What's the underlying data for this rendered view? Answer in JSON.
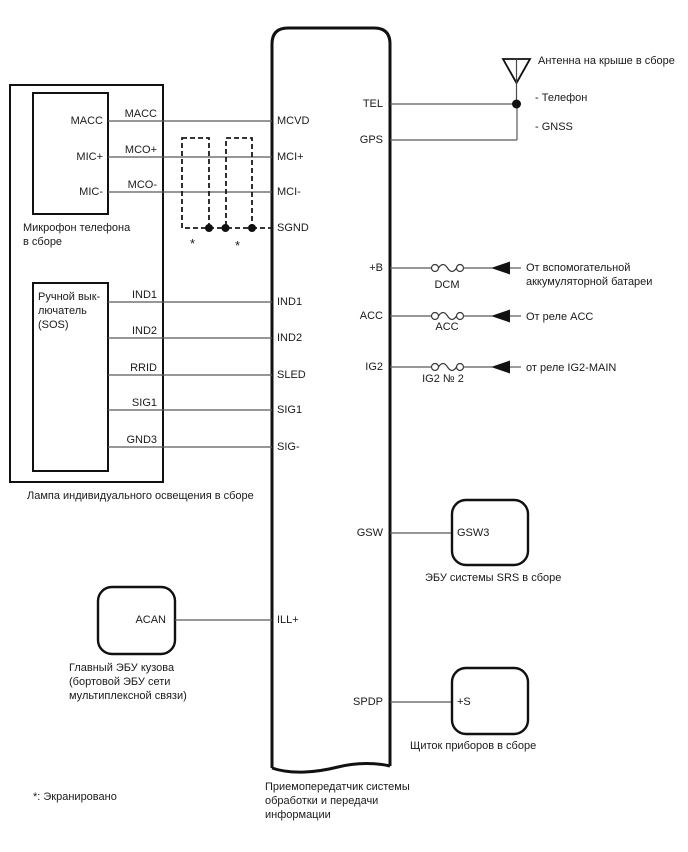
{
  "diagram": {
    "transceiver": {
      "left_pins": [
        "MCVD",
        "MCI+",
        "MCI-",
        "SGND",
        "IND1",
        "IND2",
        "SLED",
        "SIG1",
        "SIG-",
        "ILL+"
      ],
      "right_pins": [
        "TEL",
        "GPS",
        "+B",
        "ACC",
        "IG2",
        "GSW",
        "SPDP"
      ],
      "caption_lines": [
        "Приемопередатчик системы",
        "обработки и передачи",
        "информации"
      ]
    },
    "lamp_assembly": {
      "caption": "Лампа индивидуального освещения в сборе",
      "microphone": {
        "caption_lines": [
          "Микрофон телефона",
          "в сборе"
        ],
        "pins": [
          "MACC",
          "MIC+",
          "MIC-"
        ],
        "wire_labels": [
          "MACC",
          "MCO+",
          "MCO-"
        ]
      },
      "sos_switch": {
        "label_lines": [
          "Ручной вык-",
          "лючатель",
          "(SOS)"
        ],
        "wire_labels": [
          "IND1",
          "IND2",
          "RRID",
          "SIG1",
          "GND3"
        ]
      }
    },
    "shield_mark": "*",
    "antenna": {
      "caption": "Антенна на крыше в сборе",
      "line1": "- Телефон",
      "line2": "- GNSS"
    },
    "power": {
      "rows": [
        {
          "fuse": "DCM",
          "desc1": "От вспомогательной",
          "desc2": "аккумуляторной батареи"
        },
        {
          "fuse": "ACC",
          "desc1": "От реле ACC"
        },
        {
          "fuse": "IG2 № 2",
          "desc1": "от реле IG2-MAIN"
        }
      ]
    },
    "srs_ecu": {
      "pin": "GSW3",
      "caption": "ЭБУ системы SRS в сборе"
    },
    "body_ecu": {
      "pin": "ACAN",
      "caption_lines": [
        "Главный ЭБУ кузова",
        "(бортовой ЭБУ сети",
        "мультиплексной связи)"
      ]
    },
    "instrument_panel": {
      "pin": "+S",
      "caption": "Щиток приборов в сборе"
    },
    "footnote": "*: Экранировано"
  }
}
